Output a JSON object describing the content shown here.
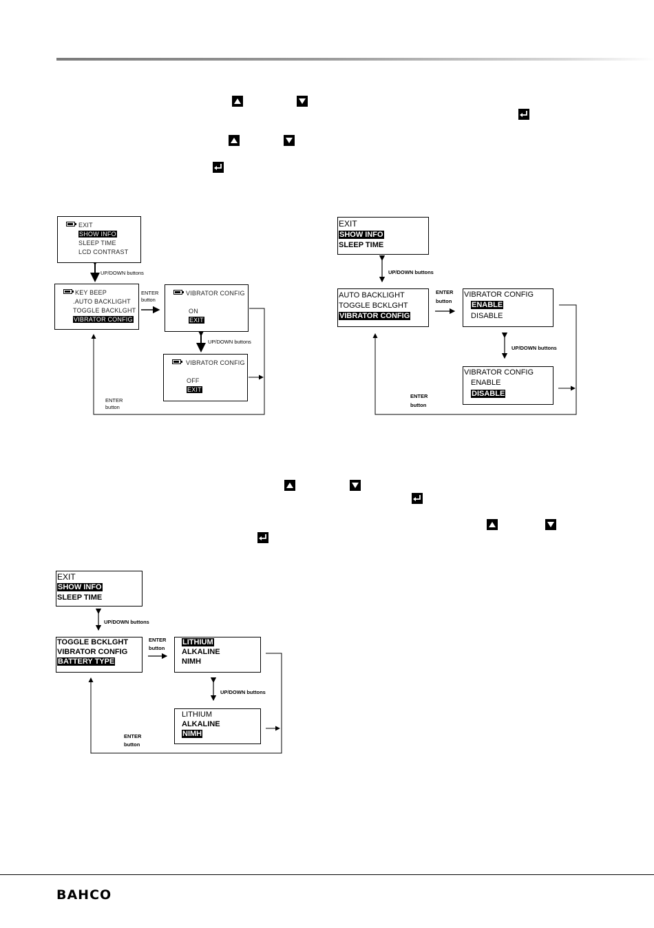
{
  "brand": {
    "logo": "BAHCO"
  },
  "icons": {
    "up": "up-arrow-button-icon",
    "down": "down-arrow-button-icon",
    "enter": "enter-button-icon"
  },
  "labels": {
    "updown": "UP/DOWN buttons",
    "enter1": "ENTER",
    "enter2": "button"
  },
  "diagram1": {
    "menu1": [
      "EXIT",
      "SHOW INFO",
      "SLEEP TIME",
      "LCD CONTRAST"
    ],
    "menu2": [
      "KEY BEEP",
      ".AUTO BACKLIGHT",
      "TOGGLE BACKLGHT",
      "VIBRATOR CONFIG"
    ],
    "opt1_title": "VIBRATOR CONFIG",
    "opt1": [
      "ON",
      "EXIT"
    ],
    "opt2_title": "VIBRATOR CONFIG",
    "opt2": [
      "OFF",
      "EXIT"
    ]
  },
  "diagram2": {
    "menu1": [
      "EXIT",
      "SHOW INFO",
      "SLEEP TIME"
    ],
    "menu2": [
      "AUTO BACKLIGHT",
      "TOGGLE BCKLGHT",
      "VIBRATOR CONFIG"
    ],
    "opt1_title": "VIBRATOR CONFIG",
    "opt1": [
      "ENABLE",
      "DISABLE"
    ],
    "opt2_title": "VIBRATOR CONFIG",
    "opt2": [
      "ENABLE",
      "DISABLE"
    ]
  },
  "diagram3": {
    "menu1": [
      "EXIT",
      "SHOW INFO",
      "SLEEP TIME"
    ],
    "menu2": [
      "TOGGLE BCKLGHT",
      "VIBRATOR CONFIG",
      "BATTERY TYPE"
    ],
    "opt1": [
      "LITHIUM",
      "ALKALINE",
      "NIMH"
    ],
    "opt2": [
      "LITHIUM",
      "ALKALINE",
      "NIMH"
    ]
  }
}
